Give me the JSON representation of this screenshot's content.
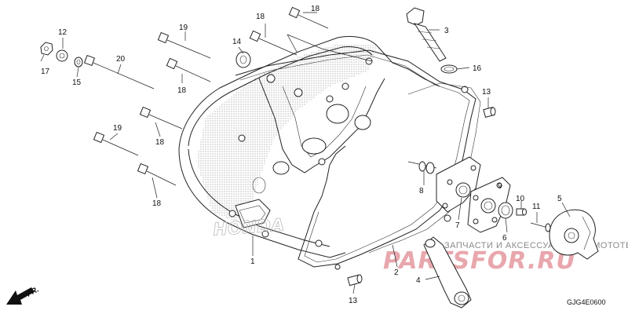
{
  "diagram": {
    "code": "GJG4E0600",
    "front_marker": "FR.",
    "watermark": {
      "line1": "ЗАПЧАСТИ И АКСЕССУАРЫ ДЛЯ МОТОТЕХНИКИ",
      "line2": "PARTSFOR.RU"
    },
    "brand_ghost": "HONDA",
    "callouts": {
      "c1": "1",
      "c2": "2",
      "c3": "3",
      "c4": "4",
      "c5": "5",
      "c6": "6",
      "c7": "7",
      "c8": "8",
      "c9": "9",
      "c10": "10",
      "c11": "11",
      "c12": "12",
      "c13a": "13",
      "c13b": "13",
      "c14": "14",
      "c15": "15",
      "c16": "16",
      "c17": "17",
      "c18a": "18",
      "c18b": "18",
      "c18c": "18",
      "c18d": "18",
      "c18e": "18",
      "c19a": "19",
      "c19b": "19",
      "c20": "20"
    }
  },
  "colors": {
    "line": "#222222",
    "watermark_red": "#e8a7ad",
    "watermark_gray": "#8a8a8a"
  }
}
